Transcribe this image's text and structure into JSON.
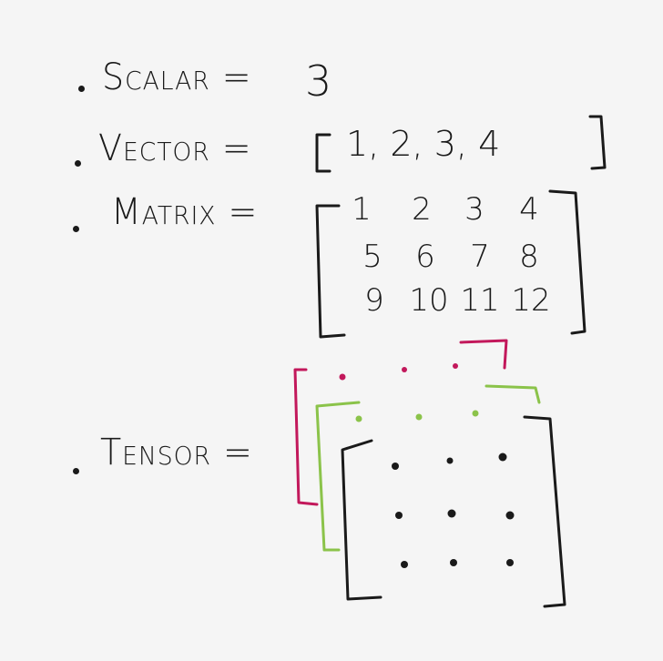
{
  "scalar": {
    "label": "Scalar",
    "value": "3"
  },
  "vector": {
    "label": "Vector",
    "values": [
      "1",
      "2",
      "3",
      "4"
    ]
  },
  "matrix": {
    "label": "Matrix",
    "rows": [
      [
        "1",
        "2",
        "3",
        "4"
      ],
      [
        "5",
        "6",
        "7",
        "8"
      ],
      [
        "9",
        "10",
        "11",
        "12"
      ]
    ]
  },
  "tensor": {
    "label": "Tensor"
  },
  "colors": {
    "ink": "#1a1a1a",
    "layer_back": "#c2185b",
    "layer_middle": "#8bc34a",
    "background": "#f5f5f5"
  }
}
